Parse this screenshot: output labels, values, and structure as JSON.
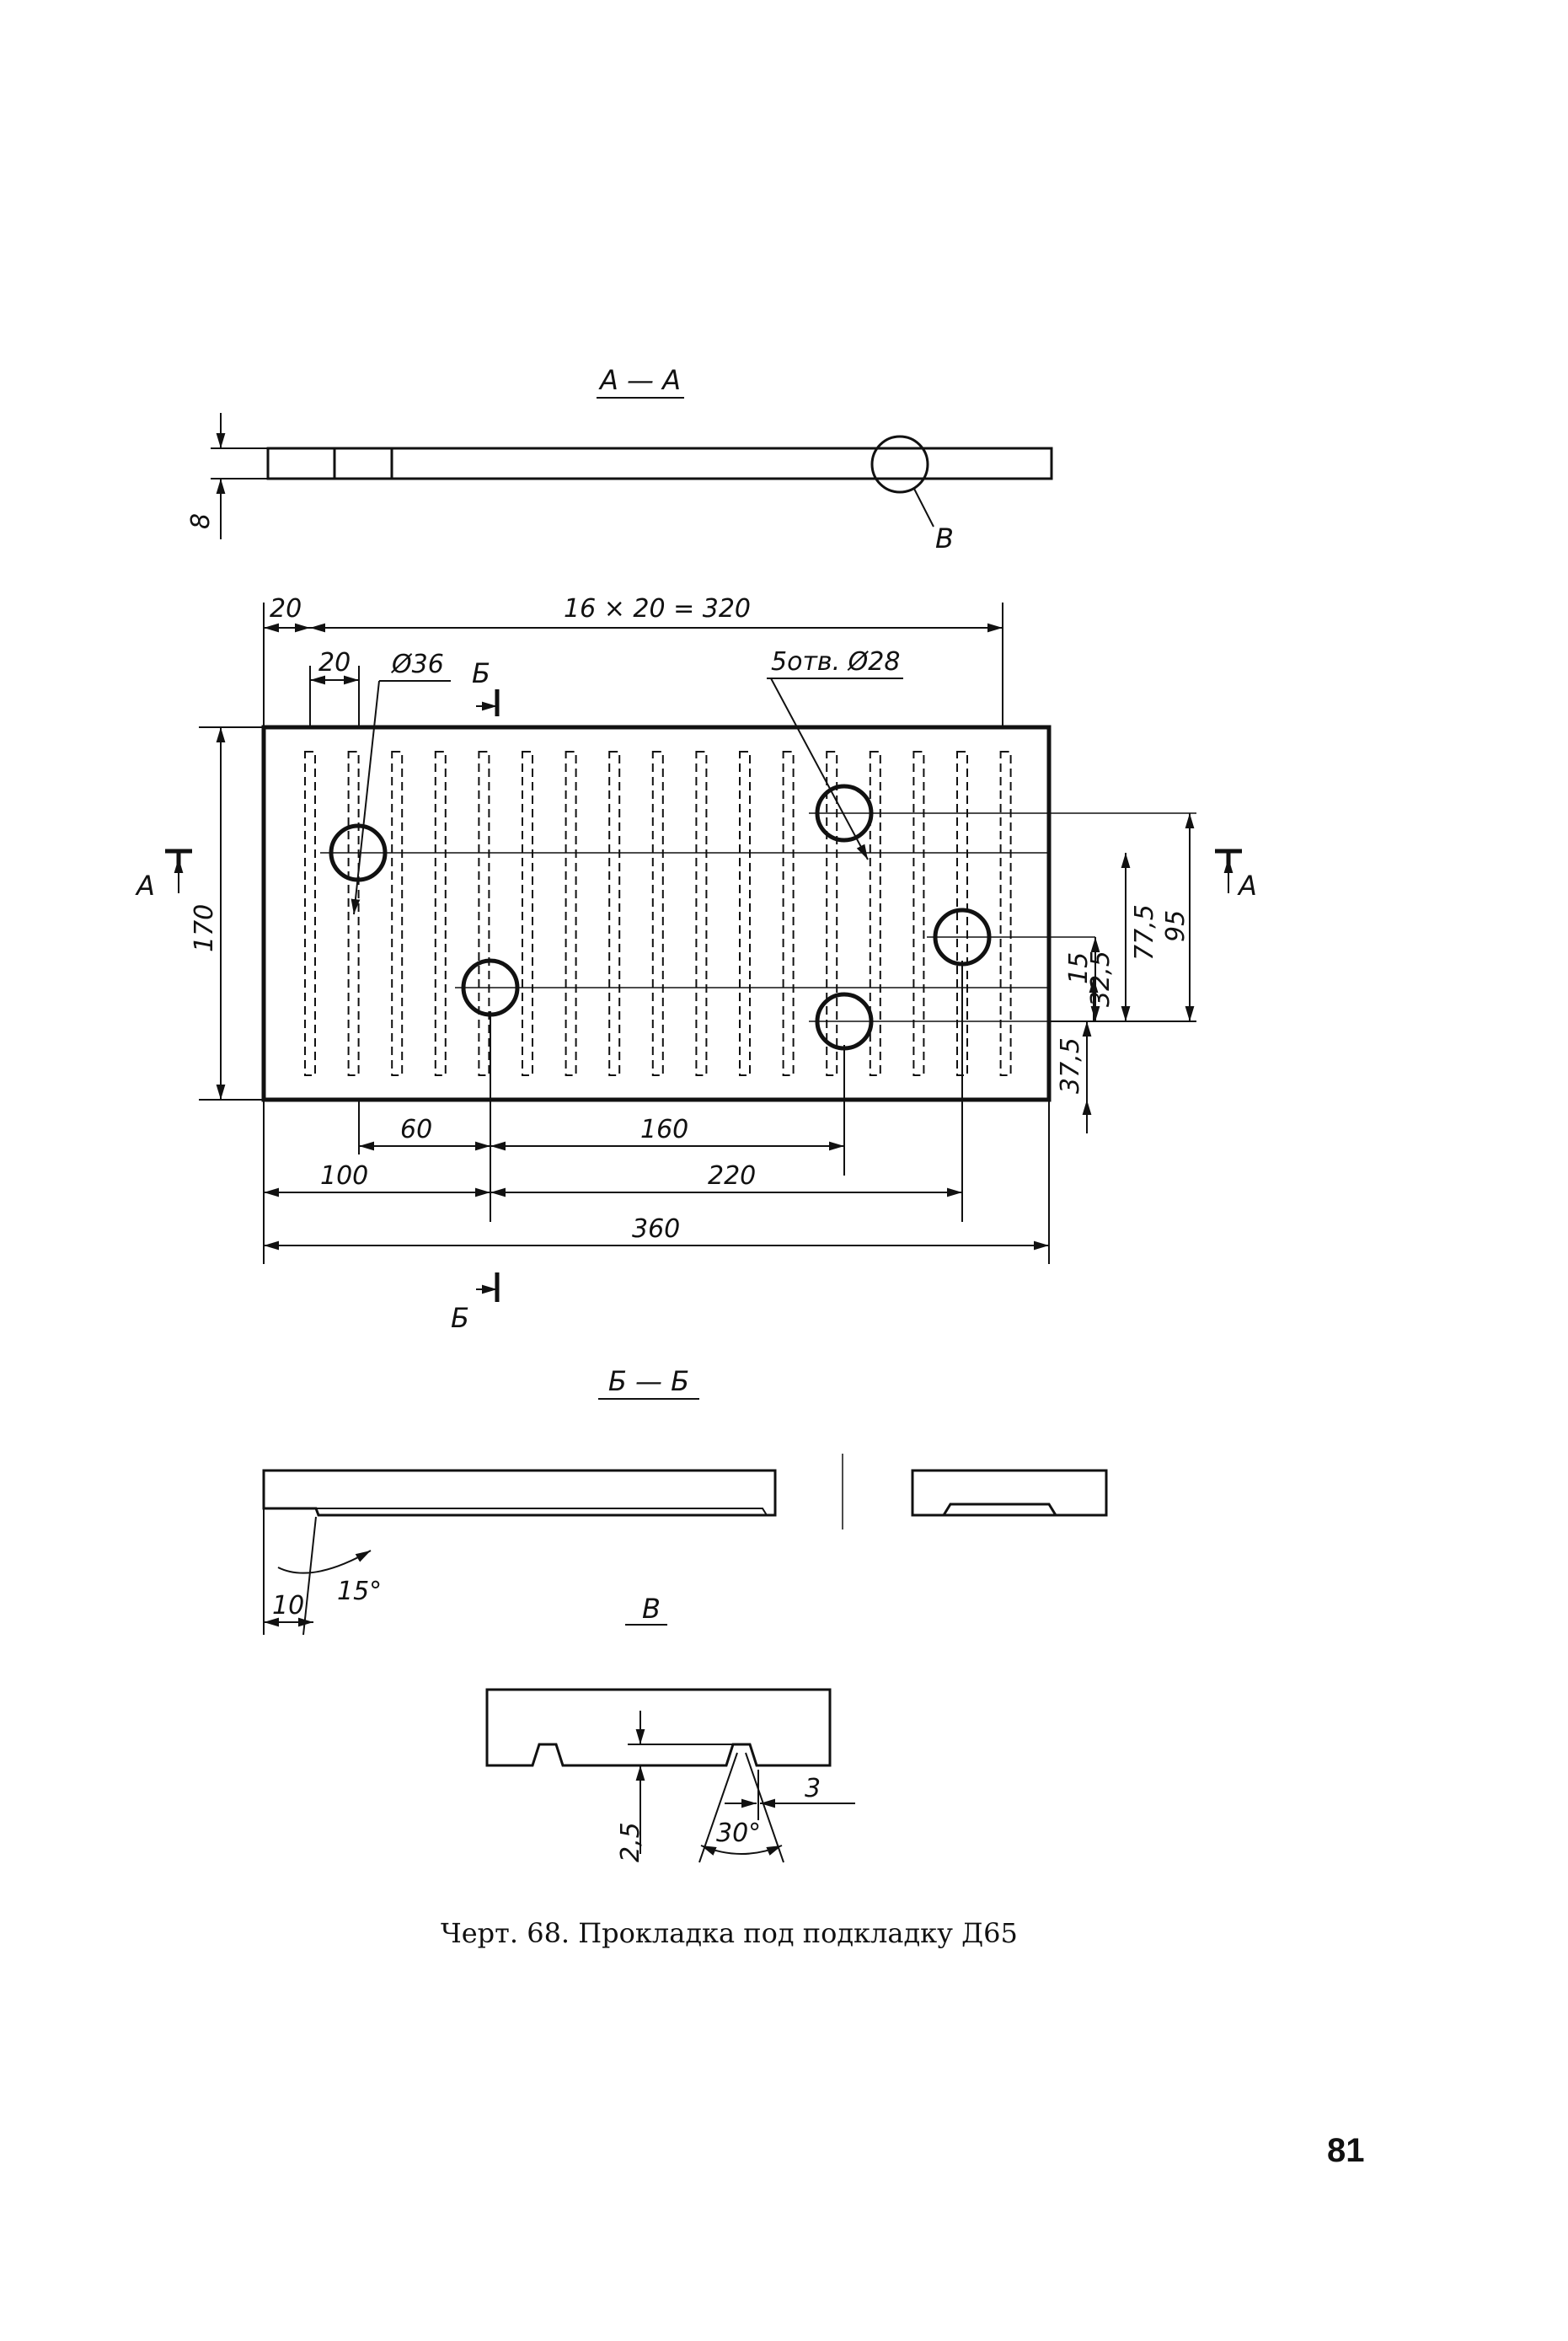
{
  "sections": {
    "aa_title": "А — А",
    "bb_title": "Б — Б",
    "v_title": "В",
    "marker_a": "А",
    "marker_b": "Б",
    "marker_v": "В"
  },
  "dimensions": {
    "thickness": "8",
    "edge_offset": "20",
    "pitch_total": "16 × 20 = 320",
    "slot_offset": "20",
    "big_hole": "Ø36",
    "small_holes": "5отв. Ø28",
    "height": "170",
    "h15": "15",
    "h32_5": "32,5",
    "h77_5": "77,5",
    "h95": "95",
    "h37_5": "37,5",
    "d60": "60",
    "d160": "160",
    "d100": "100",
    "d220": "220",
    "d360": "360",
    "d10": "10",
    "angle15": "15°",
    "d2_5": "2,5",
    "d3": "3",
    "angle30": "30°"
  },
  "caption": "Черт. 68. Прокладка под подкладку Д65",
  "page_number": "81"
}
